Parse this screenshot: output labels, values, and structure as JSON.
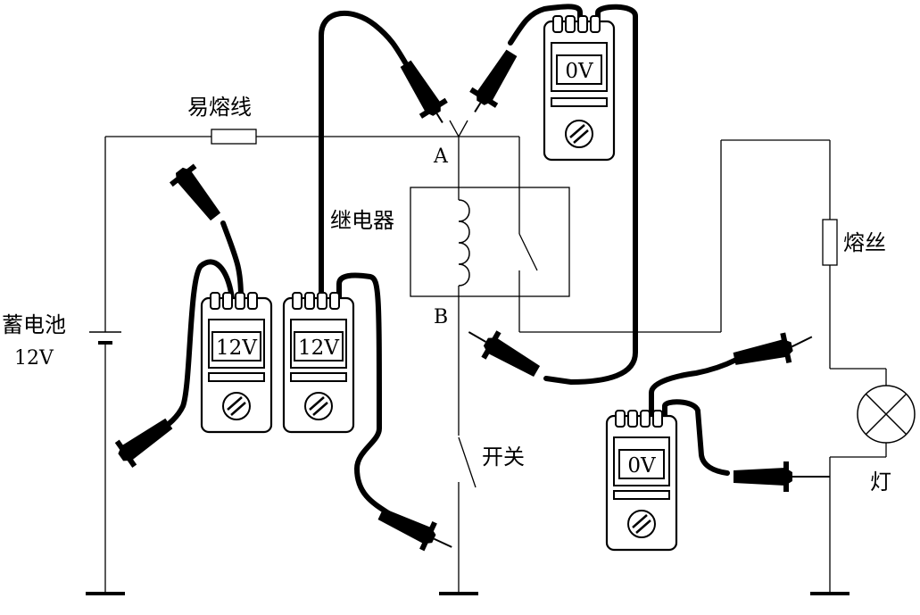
{
  "labels": {
    "easy_fuse": "易熔线",
    "battery_name": "蓄电池",
    "battery_voltage": "12V",
    "relay": "继电器",
    "point_a": "A",
    "point_b": "B",
    "switch": "开关",
    "fuse": "熔丝",
    "lamp": "灯"
  },
  "meters": [
    {
      "reading": "0V"
    },
    {
      "reading": "12V"
    },
    {
      "reading": "12V"
    },
    {
      "reading": "0V"
    }
  ],
  "colors": {
    "ink": "#000000",
    "background": "#ffffff"
  }
}
